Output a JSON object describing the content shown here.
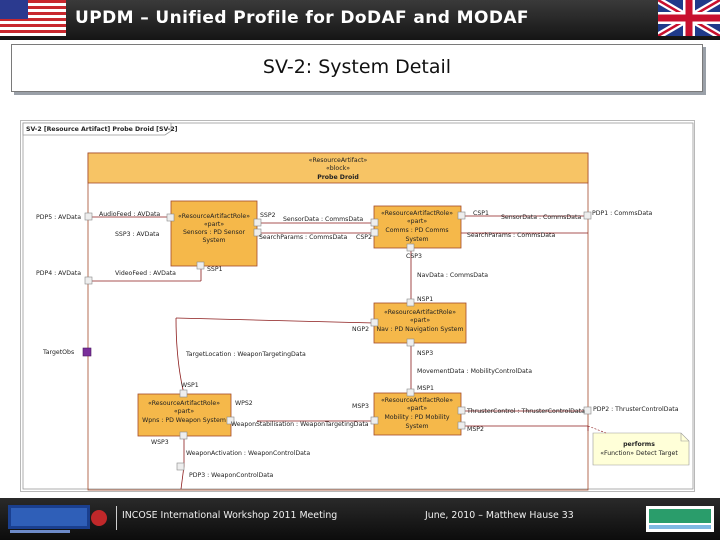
{
  "header": {
    "title": "UPDM – Unified Profile for DoDAF and MODAF"
  },
  "slide": {
    "title": "SV-2: System Detail"
  },
  "diagram": {
    "frame_label": "SV-2 [Resource Artifact] Probe Droid [SV-2]",
    "block": {
      "stereotype": "«ResourceArtifact»",
      "keyword": "«block»",
      "name": "Probe Droid"
    },
    "parts": {
      "sensors": [
        "«ResourceArtifactRole»",
        "«part»",
        "Sensors : PD Sensor",
        "System"
      ],
      "comms": [
        "«ResourceArtifactRole»",
        "«part»",
        "Comms : PD Comms",
        "System"
      ],
      "nav": [
        "«ResourceArtifactRole»",
        "«part»",
        "Nav : PD Navigation System"
      ],
      "weapon": [
        "«ResourceArtifactRole»",
        "«part»",
        "Wpns : PD Weapon System"
      ],
      "mobility": [
        "«ResourceArtifactRole»",
        "«part»",
        "Mobility : PD Mobility",
        "System"
      ]
    },
    "labels": {
      "pdp5": "PDP5 : AVData",
      "audio_feed": "AudioFeed : AVData",
      "ssp3": "SSP3 : AVData",
      "ssp2": "SSP2",
      "sensor_data_1": "SensorData : CommsData",
      "search_params_1": "SearchParams : CommsData",
      "csp2": "CSP2",
      "csp1": "CSP1",
      "sensor_data_2": "SensorData : CommsData",
      "search_params_2": "SearchParams : CommsData",
      "pdp1": "PDP1 : CommsData",
      "pdp4": "PDP4 : AVData",
      "video_feed": "VideoFeed : AVData",
      "ssp1": "SSP1",
      "csp3": "CSP3",
      "nav_data": "NavData : CommsData",
      "nsp1": "NSP1",
      "ngp2": "NGP2",
      "target_obs": "TargetObs",
      "target_location": "TargetLocation : WeaponTargetingData",
      "nsp3": "NSP3",
      "movement_data": "MovementData : MobilityControlData",
      "wsp1": "WSP1",
      "msp1": "MSP1",
      "wps2": "WPS2",
      "weapon_stabilisation": "WeaponStabilisation : WeaponTargetingData",
      "msp3": "MSP3",
      "thruster_control": "ThrusterControl : ThrusterControlData",
      "pdp2": "PDP2 : ThrusterControlData",
      "msp2": "MSP2",
      "wsp3": "WSP3",
      "weapon_activation": "WeaponActivation : WeaponControlData",
      "pdp3": "PDP3 : WeaponControlData",
      "note_performs": "performs",
      "note_function": "«Function» Detect Target"
    }
  },
  "footer": {
    "left_text": "INCOSE International Workshop 2011 Meeting",
    "right_text": "June, 2010 – Matthew Hause  33"
  },
  "colors": {
    "header_bg": "#1f1f1f",
    "part_fill": "#f5b84a",
    "block_fill": "#f7c465",
    "connector": "#8b1a1a",
    "port": "#e8e8e8"
  }
}
